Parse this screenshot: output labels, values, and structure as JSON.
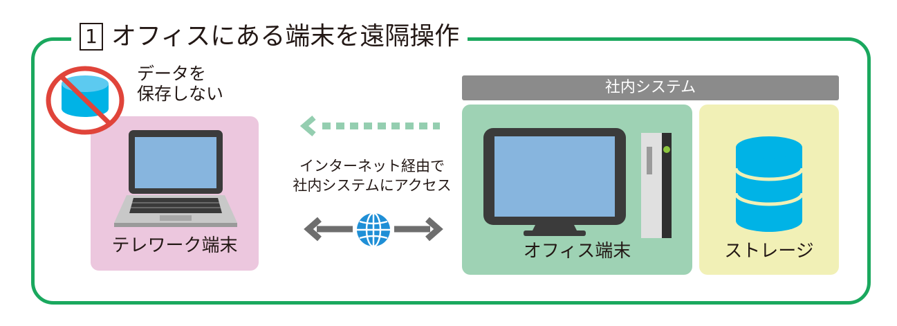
{
  "title": {
    "number": "1",
    "text": "オフィスにある端末を遠隔操作"
  },
  "nodes": {
    "telework": {
      "label": "テレワーク端末"
    },
    "office": {
      "label": "オフィス端末"
    },
    "storage": {
      "label": "ストレージ"
    },
    "internal_system": {
      "label": "社内システム"
    }
  },
  "annotations": {
    "no_save_line1": "データを",
    "no_save_line2": "保存しない",
    "access_line1": "インターネット経由で",
    "access_line2": "社内システムにアクセス"
  },
  "icons": [
    "no-storage-icon",
    "laptop-icon",
    "monitor-icon",
    "pc-tower-icon",
    "database-icon",
    "globe-icon",
    "bidirectional-arrow-icon",
    "dotted-arrow-icon"
  ],
  "colors": {
    "frame": "#1aa85e",
    "telework_bg": "#ecc7de",
    "office_bg": "#9ed2b4",
    "storage_bg": "#f1f0b6",
    "system_bar": "#8b8b8b",
    "db_blue": "#00b3e6",
    "prohibit_red": "#e0443a",
    "arrow_gray": "#6e6e6e",
    "dotted_arrow": "#94ceb0"
  }
}
